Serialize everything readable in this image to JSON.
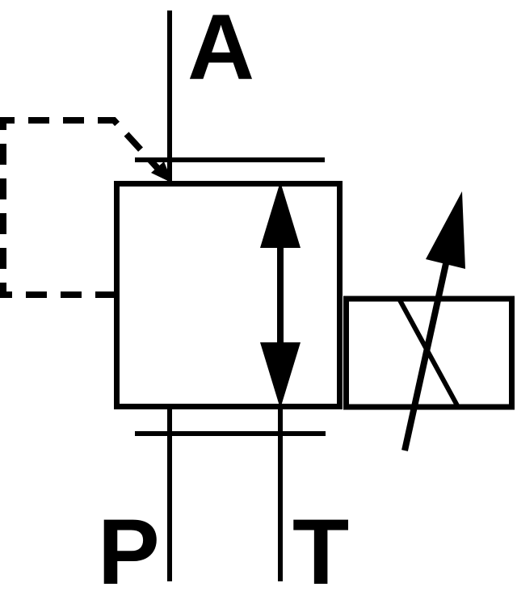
{
  "diagram": {
    "background_color": "#ffffff",
    "line_color": "#000000",
    "ports": {
      "a_label": "A",
      "p_label": "P",
      "t_label": "T"
    }
  }
}
